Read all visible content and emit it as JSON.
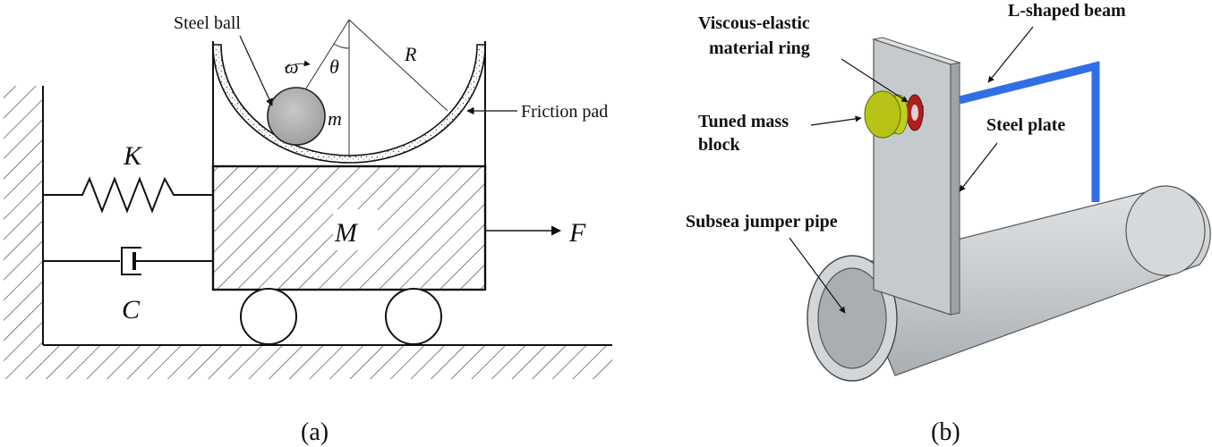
{
  "panel_a": {
    "caption": "(a)",
    "labels": {
      "steel_ball": "Steel ball",
      "friction_pad": "Friction pad",
      "omega": "ω",
      "theta": "θ",
      "radius": "R",
      "ball_mass": "m",
      "spring": "K",
      "damper": "C",
      "cart_mass": "M",
      "force": "F"
    }
  },
  "panel_b": {
    "caption": "(b)",
    "labels": {
      "ring_line1": "Viscous-elastic",
      "ring_line2": "material ring",
      "beam": "L-shaped beam",
      "mass_line1": "Tuned mass",
      "mass_line2": "block",
      "plate": "Steel plate",
      "pipe": "Subsea jumper pipe"
    }
  },
  "colors": {
    "pipe": "#c9cdd0",
    "plate": "#c4c9cc",
    "beam": "#2f6fe6",
    "mass_block": "#b7c417",
    "ring": "#b01e1e"
  }
}
